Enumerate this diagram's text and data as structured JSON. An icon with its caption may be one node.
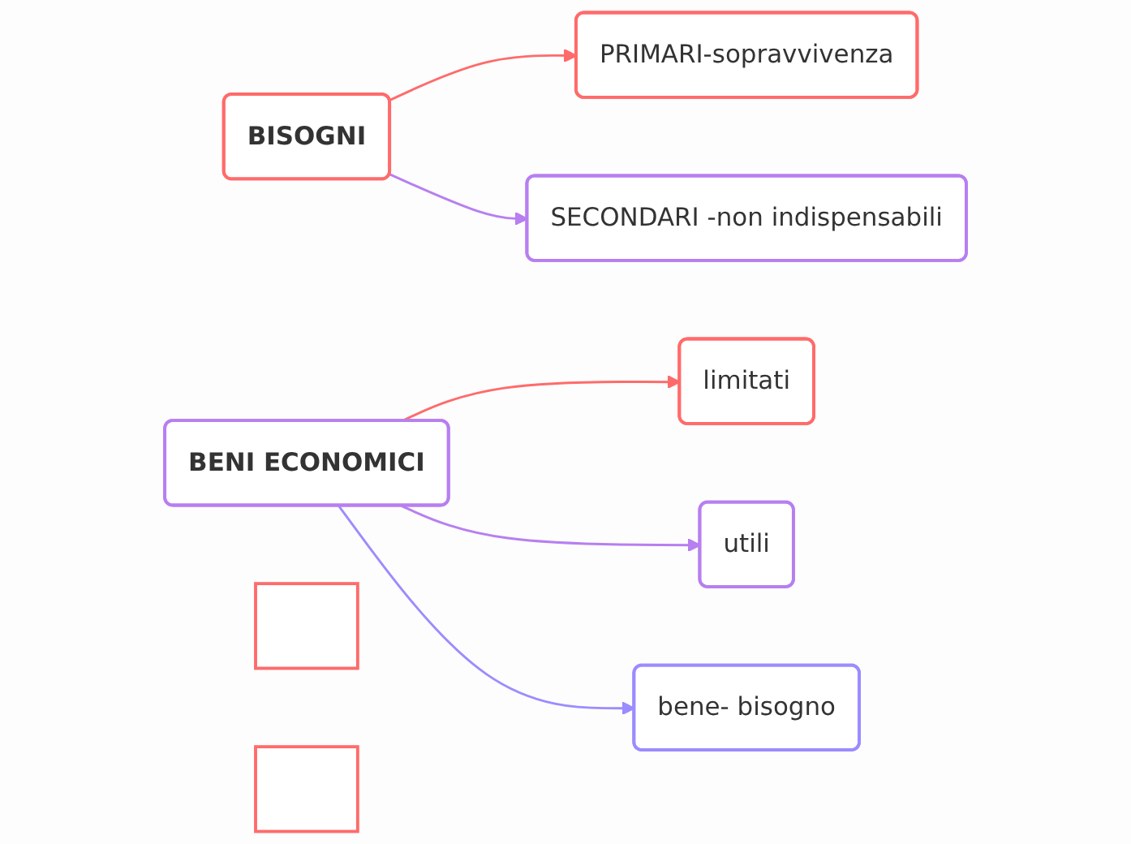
{
  "diagram": {
    "nodes": [
      {
        "text": [
          "BISOGNI"
        ]
      },
      {
        "text": [
          "PRIMARI-sopravvivenza"
        ]
      },
      {
        "text": [
          "SECONDARI -non indispensabili"
        ]
      },
      {
        "text": [
          "BENI ECONOMICI"
        ]
      },
      {
        "text": [
          "limitati"
        ]
      },
      {
        "text": [
          "utili"
        ]
      },
      {
        "text": [
          "bene- bisogno"
        ]
      },
      {
        "text": [],
        "shape": "box"
      },
      {
        "text": [],
        "shape": "box"
      }
    ],
    "edges": [
      {
        "from": 0,
        "to": 1,
        "arrow": "to",
        "color": "#ff6b6b"
      },
      {
        "from": 0,
        "to": 2,
        "arrow": "to",
        "color": "#b77ff0"
      },
      {
        "from": 3,
        "to": 4,
        "arrow": "to",
        "color": "#ff6b6b"
      },
      {
        "from": 3,
        "to": 5,
        "arrow": "to",
        "color": "#b77ff0"
      },
      {
        "from": 3,
        "to": 6,
        "arrow": "to",
        "color": "#9b8cff"
      }
    ]
  }
}
